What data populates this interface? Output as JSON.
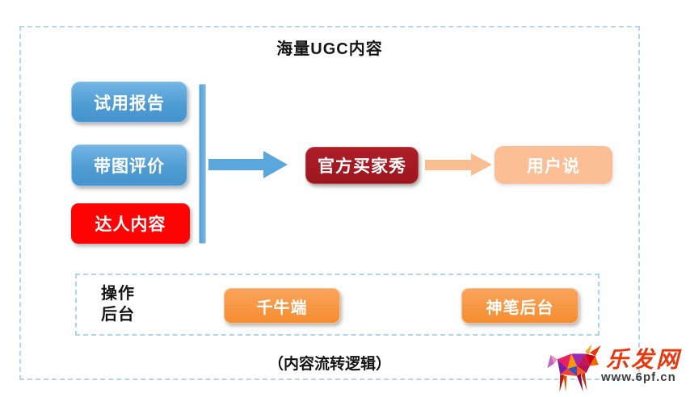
{
  "frame": {
    "title": "海量UGC内容",
    "caption": "（内容流转逻辑）"
  },
  "sources": [
    {
      "label": "试用报告",
      "style": "blue"
    },
    {
      "label": "带图评价",
      "style": "blue"
    },
    {
      "label": "达人内容",
      "style": "red"
    }
  ],
  "flow": {
    "center_node": "官方买家秀",
    "right_node": "用户说"
  },
  "backend_panel": {
    "label_line1": "操作",
    "label_line2": "后台",
    "items": [
      {
        "label": "千牛端"
      },
      {
        "label": "神笔后台"
      }
    ]
  },
  "watermark": {
    "site_name": "乐发网",
    "site_url": "www.6pf.cn"
  },
  "colors": {
    "frame_dash": "#b5d6ee",
    "blue_box": "#4f9cd3",
    "red_box": "#fe0303",
    "dark_red_box": "#9c151d",
    "peach_box": "#fcbe94",
    "orange_box": "#f68d30",
    "blue_arrow": "#5aa7de",
    "peach_arrow": "#f9bd92",
    "logo_red": "#e8380d",
    "url_gray": "#3c3c3c"
  }
}
